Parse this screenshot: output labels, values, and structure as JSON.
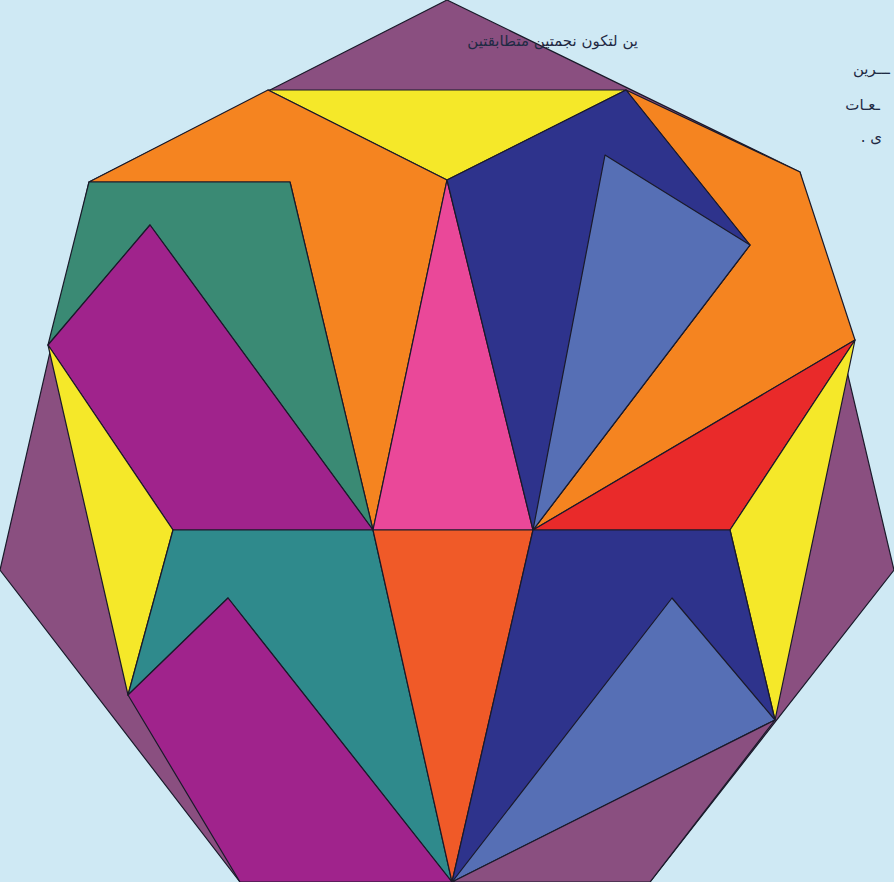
{
  "diagram": {
    "labels": [
      "ين لتكون نجمتين متطابقتين",
      "ـــرين",
      "ـعـات",
      "ى ."
    ]
  }
}
